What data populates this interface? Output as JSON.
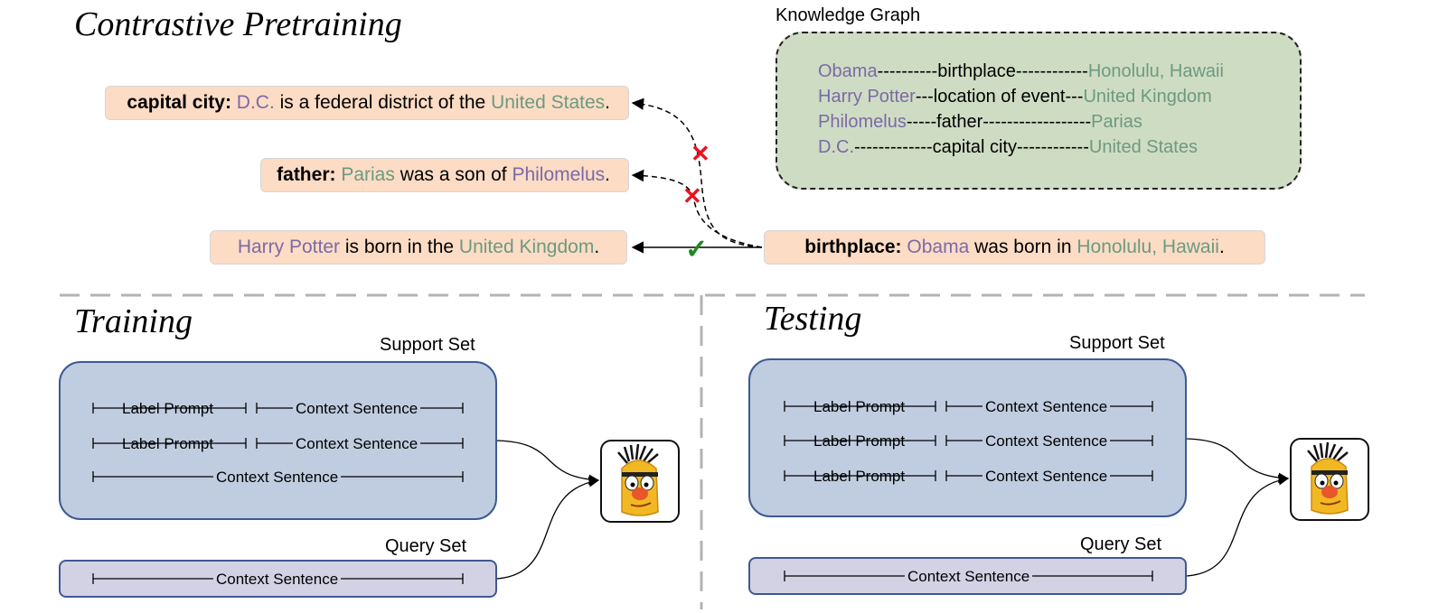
{
  "contrastive": {
    "title": "Contrastive Pretraining",
    "sentences": {
      "capital": {
        "relation": "capital city:",
        "head": "D.C.",
        "mid": " is a federal district of the ",
        "tail": "United States",
        "end": "."
      },
      "father": {
        "relation": "father:",
        "tail": "Parias",
        "mid": " was a son of ",
        "head": "Philomelus",
        "end": "."
      },
      "harry": {
        "head": "Harry Potter",
        "mid": " is born in the ",
        "tail": "United Kingdom",
        "end": "."
      },
      "anchor": {
        "relation": "birthplace:",
        "head": "Obama",
        "mid": " was born in ",
        "tail": "Honolulu, Hawaii",
        "end": "."
      }
    },
    "marks": {
      "cross": "✕",
      "check": "✓"
    }
  },
  "knowledge_graph": {
    "title": "Knowledge Graph",
    "rows": [
      {
        "head": "Obama",
        "link": "----------birthplace------------",
        "tail": "Honolulu, Hawaii"
      },
      {
        "head": "Harry Potter",
        "link": "---location of event---",
        "tail": "United Kingdom"
      },
      {
        "head": "Philomelus",
        "link": "-----father------------------",
        "tail": "Parias"
      },
      {
        "head": "D.C.",
        "link": "-------------capital city------------",
        "tail": "United States"
      }
    ]
  },
  "training": {
    "title": "Training",
    "support_label": "Support Set",
    "query_label": "Query Set",
    "rows": [
      {
        "prompt": "Label Prompt",
        "context": "Context Sentence"
      },
      {
        "prompt": "Label Prompt",
        "context": "Context Sentence"
      },
      {
        "context": "Context Sentence"
      }
    ],
    "query": {
      "context": "Context Sentence"
    }
  },
  "testing": {
    "title": "Testing",
    "support_label": "Support Set",
    "query_label": "Query Set",
    "rows": [
      {
        "prompt": "Label Prompt",
        "context": "Context Sentence"
      },
      {
        "prompt": "Label Prompt",
        "context": "Context Sentence"
      },
      {
        "prompt": "Label Prompt",
        "context": "Context Sentence"
      }
    ],
    "query": {
      "context": "Context Sentence"
    }
  },
  "icons": {
    "model": "bert-muppet-icon",
    "cross_color": "#e8141e",
    "check_color": "#1e8a1e"
  }
}
